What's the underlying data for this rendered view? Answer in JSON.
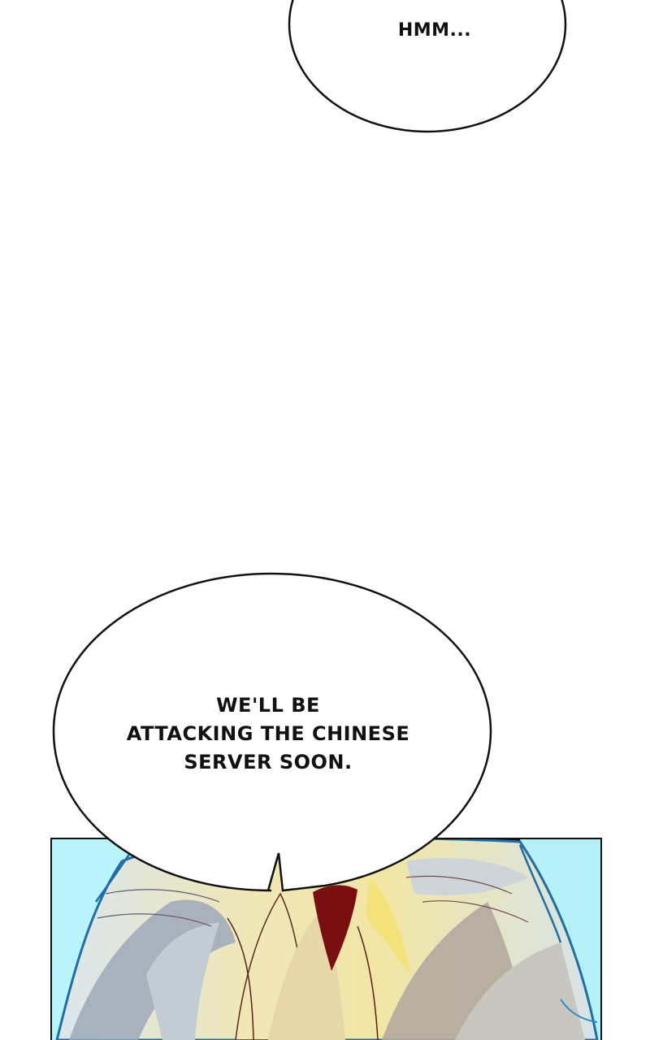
{
  "bubbles": {
    "top": {
      "text": "HMM..."
    },
    "main": {
      "lines": [
        "WE'LL BE",
        "ATTACKING THE CHINESE",
        "SERVER SOON."
      ]
    }
  },
  "panel": {
    "content": "character-hair-closeup"
  },
  "colors": {
    "panel_bg": "#aef6fb",
    "hair": "#ede3a8",
    "hair_shadow": "#9aa3b3",
    "outline": "#111111"
  }
}
